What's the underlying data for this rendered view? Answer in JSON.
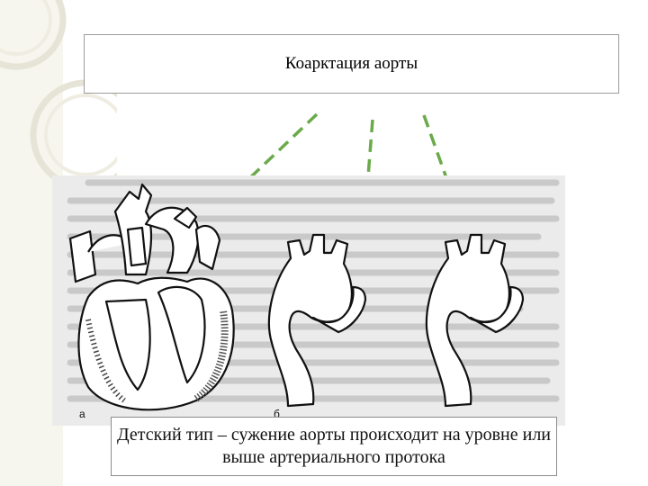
{
  "slide": {
    "title": "Коарктация аорты",
    "caption": "Детский тип – сужение аорты происходит на уровне или выше артериального протока"
  },
  "figure": {
    "labels": [
      "а",
      "б"
    ]
  },
  "colors": {
    "arrow": "#6aaa4a",
    "decor": "#e6e4d6",
    "left_band": "#f7f6ee",
    "figure_bg": "#ebebeb"
  },
  "icons": {
    "arrows": [
      "dashed-arrow-icon",
      "dashed-arrow-icon",
      "dashed-arrow-icon"
    ],
    "figures": [
      "heart-diagram-icon",
      "aorta-arch-icon",
      "aorta-arch-icon"
    ]
  }
}
